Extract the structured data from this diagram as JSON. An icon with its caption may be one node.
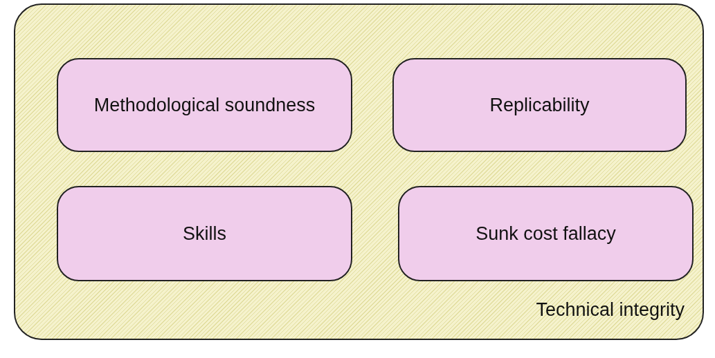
{
  "diagram": {
    "nodes": [
      {
        "text": [
          "Technical integrity"
        ]
      },
      {
        "text": [
          "Methodological soundness"
        ],
        "in": 0
      },
      {
        "text": [
          "Replicability"
        ],
        "in": 0
      },
      {
        "text": [
          "Skills"
        ],
        "in": 0
      },
      {
        "text": [
          "Sunk cost fallacy"
        ],
        "in": 0
      }
    ]
  }
}
